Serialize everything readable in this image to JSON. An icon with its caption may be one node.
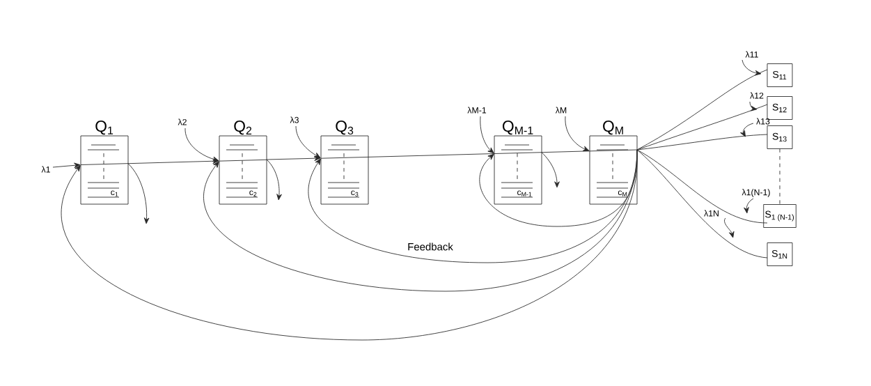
{
  "diagram": {
    "nodes": [
      {
        "text": [
          "Q$_{1}$",
          "c$_{1}$"
        ]
      },
      {
        "text": [
          "Q$_{2}$",
          "c$_{2}$"
        ]
      },
      {
        "text": [
          "Q$_{3}$",
          "c$_{3}$"
        ]
      },
      {
        "text": [
          "Q$_{M-1}$",
          "c$_{M-1}$"
        ]
      },
      {
        "text": [
          "Q$_{M}$",
          "c$_{M}$"
        ]
      },
      {
        "text": [
          "S$_{11}$"
        ]
      },
      {
        "text": [
          "S$_{12}$"
        ]
      },
      {
        "text": [
          "S$_{13}$"
        ]
      },
      {
        "text": [
          "S$_{1 (N-1)}$"
        ]
      },
      {
        "text": [
          "S$_{1N}$"
        ]
      },
      {
        "text": [
          "λ1"
        ]
      },
      {
        "text": [
          "λ2"
        ]
      },
      {
        "text": [
          "λ3"
        ]
      },
      {
        "text": [
          "λM-1"
        ]
      },
      {
        "text": [
          "λM"
        ]
      },
      {
        "text": [
          "λ11"
        ]
      },
      {
        "text": [
          "λ12"
        ]
      },
      {
        "text": [
          "λ13"
        ]
      },
      {
        "text": [
          "λ1(N-1)"
        ]
      },
      {
        "text": [
          "λ1N"
        ]
      }
    ],
    "edges": [
      {
        "from": 10,
        "to": 0,
        "arrow": "to"
      },
      {
        "from": 0,
        "to": 1,
        "arrow": "to"
      },
      {
        "from": 1,
        "to": 2,
        "arrow": "to"
      },
      {
        "from": 2,
        "to": 3,
        "arrow": "none"
      },
      {
        "from": 3,
        "to": 4,
        "arrow": "none"
      },
      {
        "from": 11,
        "to": 1,
        "arrow": "to"
      },
      {
        "from": 12,
        "to": 2,
        "arrow": "to"
      },
      {
        "from": 13,
        "to": 3,
        "arrow": "to"
      },
      {
        "from": 14,
        "to": 4,
        "arrow": "to"
      },
      {
        "from": 0,
        "to": null,
        "arrow": "to"
      },
      {
        "from": 1,
        "to": null,
        "arrow": "to"
      },
      {
        "from": 3,
        "to": null,
        "arrow": "to"
      },
      {
        "from": 4,
        "to": 3,
        "arrow": "to"
      },
      {
        "from": 4,
        "to": 2,
        "arrow": "to",
        "label": "Feedback"
      },
      {
        "from": 4,
        "to": 1,
        "arrow": "to"
      },
      {
        "from": 4,
        "to": 0,
        "arrow": "to"
      },
      {
        "from": 4,
        "to": 5,
        "arrow": "none"
      },
      {
        "from": 4,
        "to": 6,
        "arrow": "none"
      },
      {
        "from": 4,
        "to": 7,
        "arrow": "none"
      },
      {
        "from": 4,
        "to": 8,
        "arrow": "none"
      },
      {
        "from": 4,
        "to": 9,
        "arrow": "none"
      },
      {
        "from": 7,
        "to": 8,
        "arrow": "none",
        "style": "dashed"
      },
      {
        "from": 15,
        "to": null,
        "arrow": "to"
      },
      {
        "from": 16,
        "to": null,
        "arrow": "to"
      },
      {
        "from": 17,
        "to": null,
        "arrow": "to"
      },
      {
        "from": 18,
        "to": null,
        "arrow": "to"
      },
      {
        "from": 19,
        "to": null,
        "arrow": "to"
      }
    ]
  }
}
